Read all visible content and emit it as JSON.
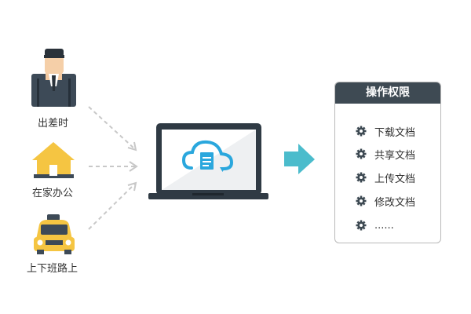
{
  "scenarios": [
    {
      "label": "出差时",
      "icon": "businessman-icon"
    },
    {
      "label": "在家办公",
      "icon": "house-icon"
    },
    {
      "label": "上下班路上",
      "icon": "taxi-icon"
    }
  ],
  "center": {
    "icon": "laptop-cloud-document-icon"
  },
  "panel": {
    "title": "操作权限",
    "items": [
      "下载文档",
      "共享文档",
      "上传文档",
      "修改文档",
      "......"
    ]
  },
  "colors": {
    "panel_header": "#3e4a53",
    "accent_blue": "#2aa7dd",
    "arrow_teal": "#4bbccc",
    "house_yellow": "#f5c542",
    "laptop_dark": "#2f3a44"
  }
}
